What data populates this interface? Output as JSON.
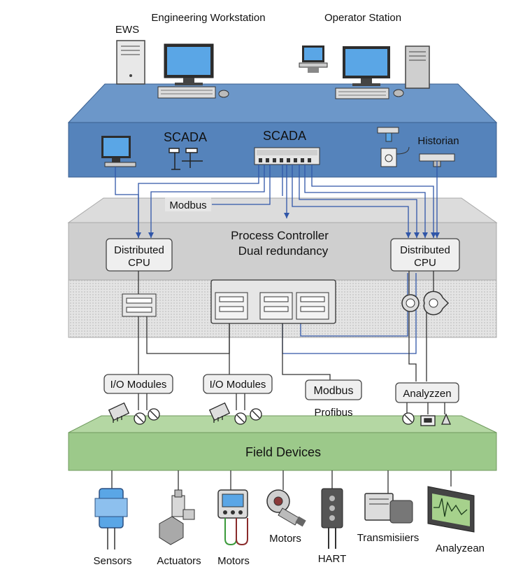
{
  "top": {
    "ews_label": "EWS",
    "engineering_workstation": "Engineering Workstation",
    "operator_station": "Operator Station"
  },
  "scada_layer": {
    "scada_left": "SCADA",
    "scada_center": "SCADA",
    "historian": "Historian",
    "modbus": "Modbus"
  },
  "controller_layer": {
    "title_line1": "Process Controller",
    "title_line2": "Dual redundancy",
    "cpu_left_line1": "Distributed",
    "cpu_left_line2": "CPU",
    "cpu_right_line1": "Distributed",
    "cpu_right_line2": "CPU"
  },
  "io_layer": {
    "io_modules_1": "I/O Modules",
    "io_modules_2": "I/O Modules",
    "modbus": "Modbus",
    "profibus": "Profibus",
    "analyzer": "Analyzzen"
  },
  "field_layer": {
    "title": "Field Devices"
  },
  "devices": {
    "sensors": "Sensors",
    "actuators": "Actuators",
    "motors_1": "Motors",
    "motors_2": "Motors",
    "hart": "HART",
    "transmitters": "Transmisiiers",
    "analyzer": "Analyzean"
  },
  "colors": {
    "scada_blue": "#4f7db5",
    "controller_gray": "#cfcfcf",
    "field_green": "#9cc98a",
    "signal_blue": "#3056a8",
    "screen_blue": "#5aa6e6"
  }
}
